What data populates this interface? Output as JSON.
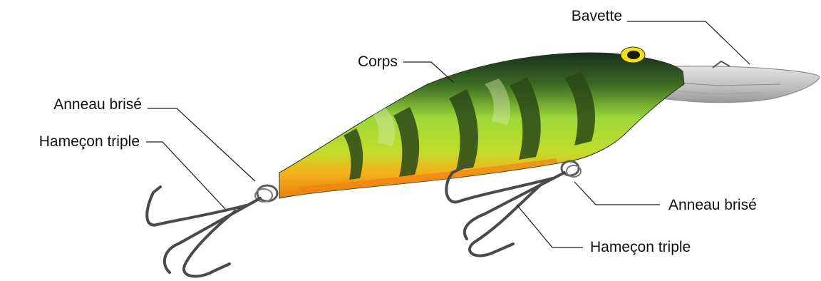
{
  "labels": {
    "bavette": "Bavette",
    "corps": "Corps",
    "anneau_brise_left": "Anneau brisé",
    "hamecon_triple_left": "Hameçon triple",
    "anneau_brise_right": "Anneau brisé",
    "hamecon_triple_right": "Hameçon triple"
  },
  "colors": {
    "back": "#14261a",
    "body_green": "#8fce2a",
    "belly_orange": "#f19a12",
    "stripes": "#2f4a1c",
    "eye_ring": "#f4e214",
    "lip": "#c9c9c9",
    "hook": "#4a4a4a"
  },
  "icons": {
    "lure": "fishing-lure-illustration"
  }
}
